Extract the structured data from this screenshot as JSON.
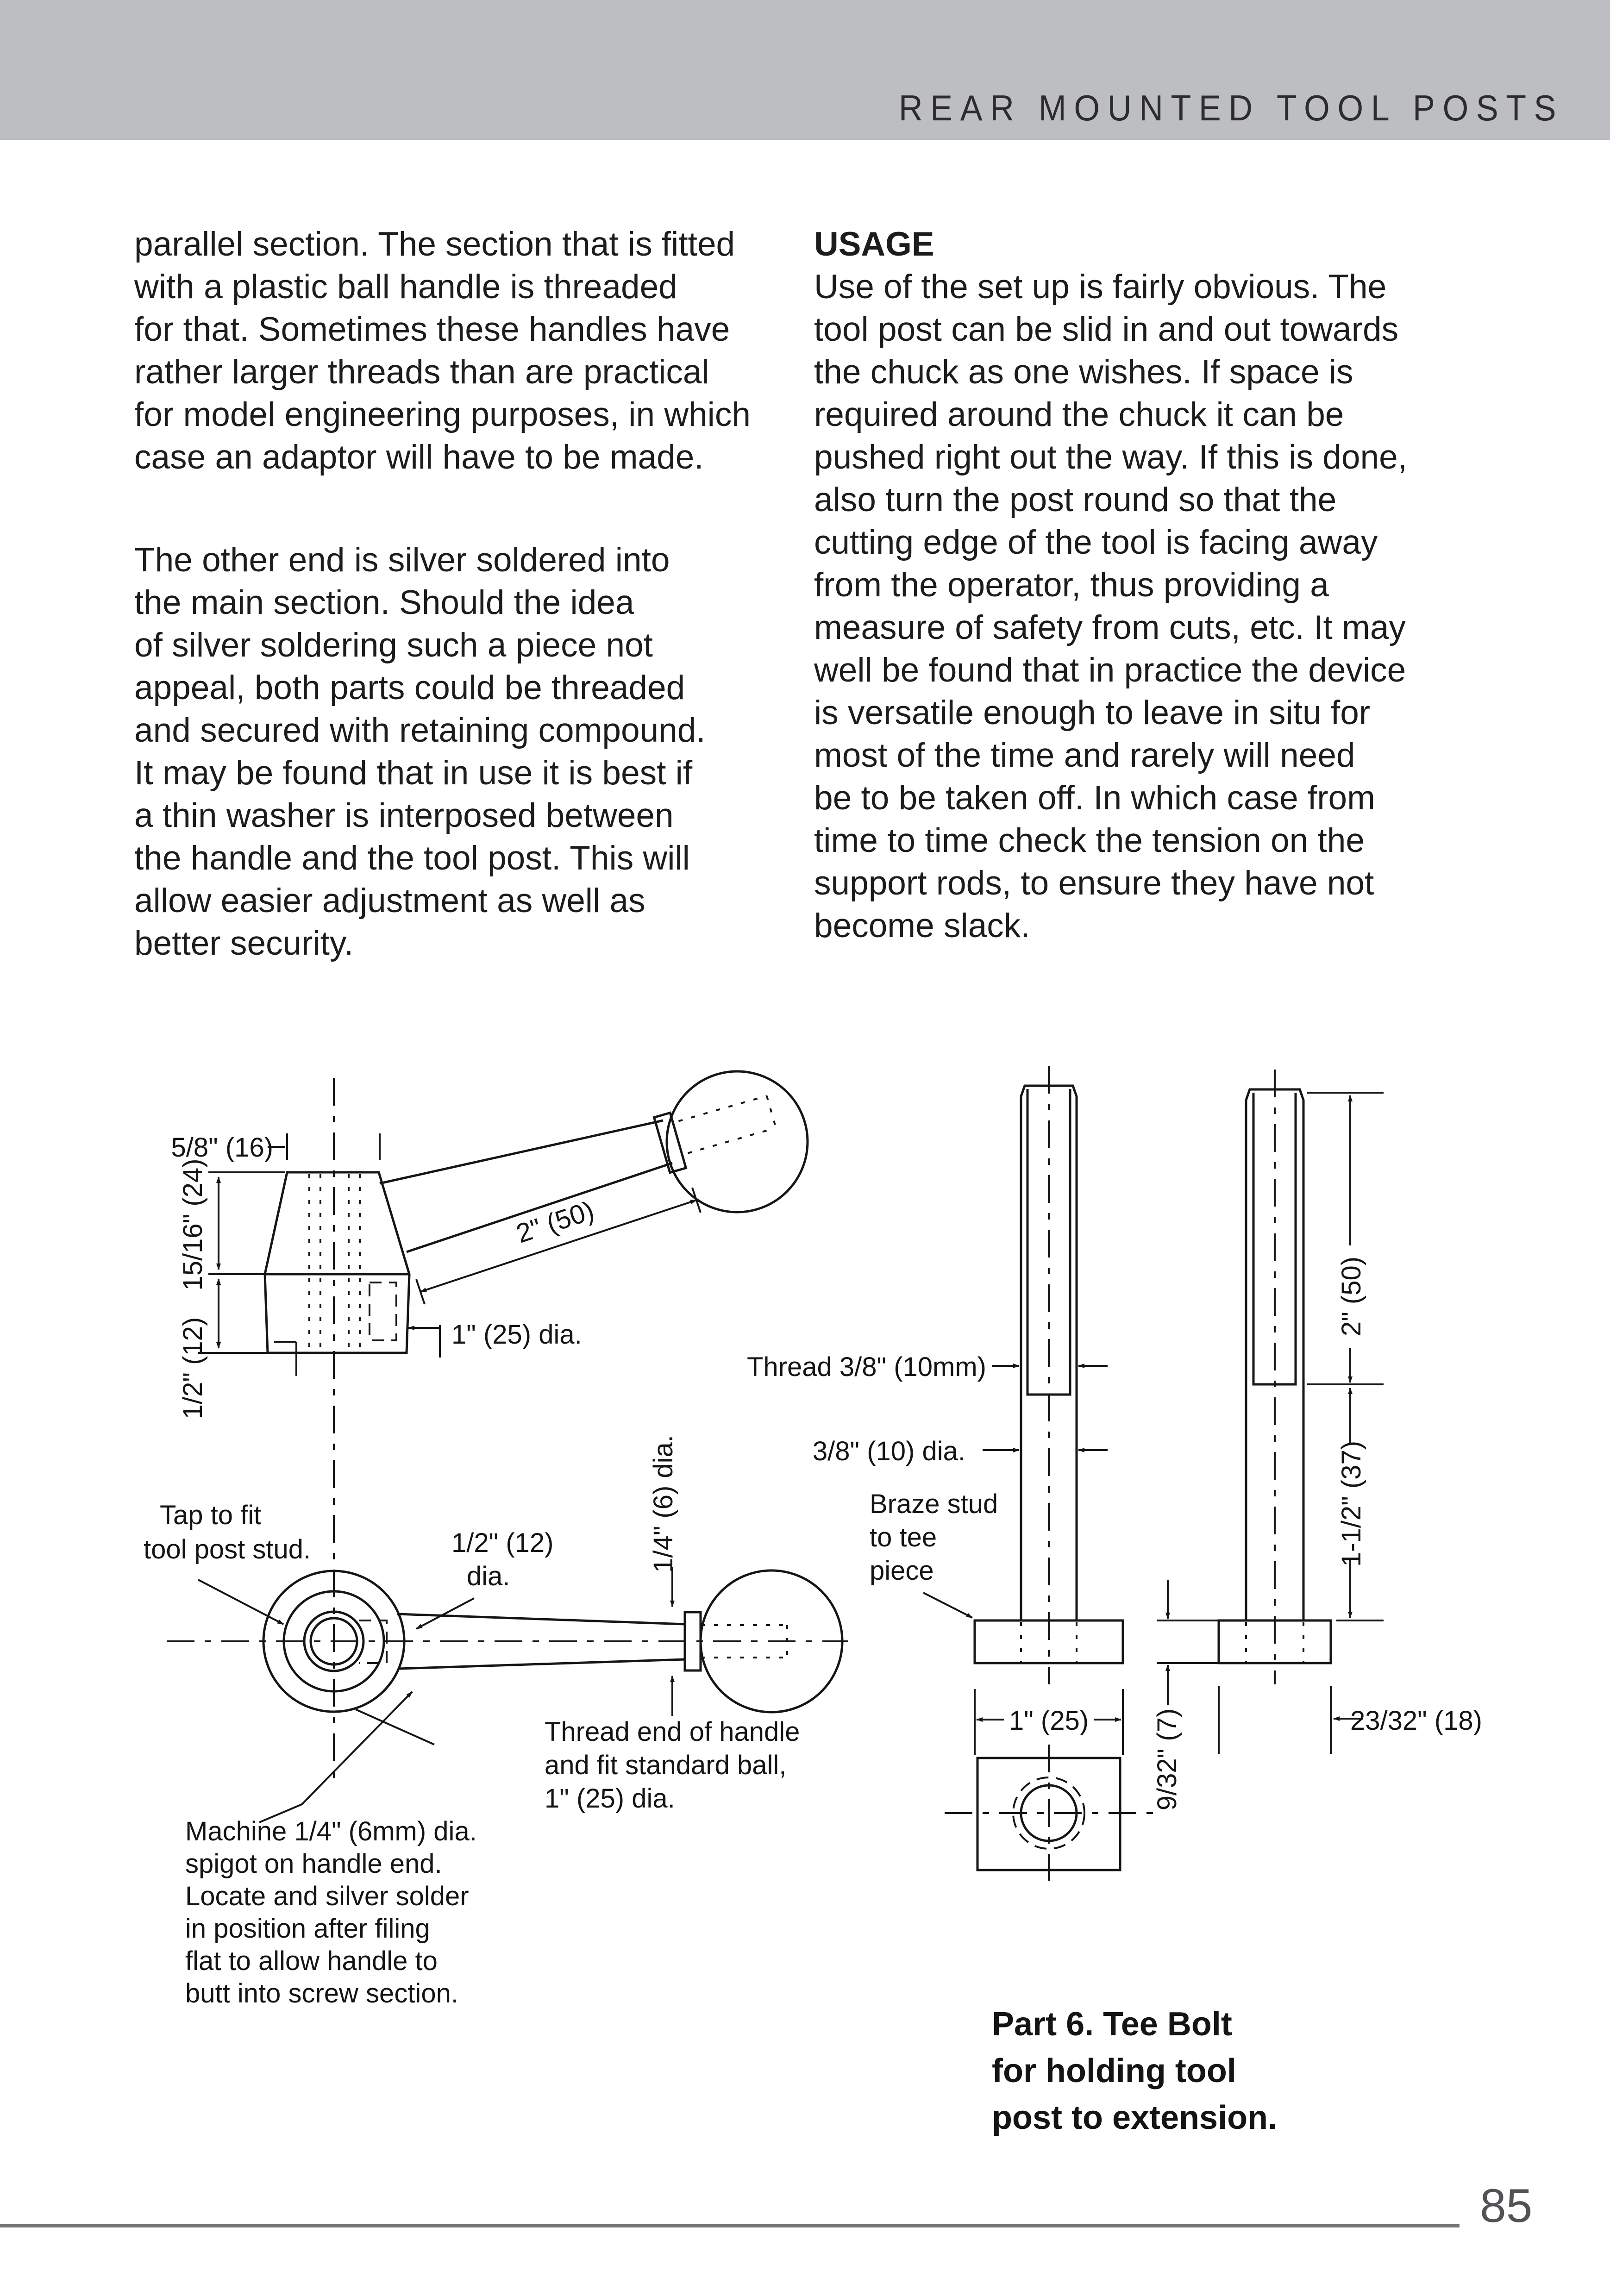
{
  "header": {
    "title": "REAR MOUNTED TOOL POSTS",
    "band_color": "#bdbec2"
  },
  "article": {
    "left_column": {
      "para1_lines": [
        "parallel section. The section that is fitted",
        "with a plastic ball handle is threaded",
        "for that. Sometimes these handles have",
        "rather larger threads than are practical",
        "for model engineering purposes, in which",
        "case an adaptor will have to be made."
      ],
      "para2_lines": [
        "The other end is silver soldered into",
        "the main section. Should the idea",
        "of silver soldering such a piece not",
        "appeal, both parts could be threaded",
        "and secured with retaining compound.",
        "It may be found that in use it is best if",
        "a thin washer is interposed between",
        "the handle and the tool post. This will",
        "allow easier adjustment as well as",
        "better security."
      ]
    },
    "right_column": {
      "heading": "USAGE",
      "body_lines": [
        "Use of the set up is fairly obvious. The",
        "tool post can be slid in and out towards",
        "the chuck as one wishes. If space is",
        "required around the chuck it can be",
        "pushed right out the way. If this is done,",
        "also turn the post round so that the",
        "cutting edge of the tool is facing away",
        "from the operator, thus providing a",
        "measure of safety from cuts, etc. It may",
        "well be found that in practice the device",
        "is versatile enough to leave in situ for",
        "most of the time and rarely will need",
        "be to be taken off. In which case from",
        "time to time check the tension on the",
        "support rods, to ensure they have not",
        "become slack."
      ]
    }
  },
  "figure": {
    "handle_labels": {
      "dim_5_8": "5/8\" (16)",
      "dim_15_16": "15/16\" (24)",
      "dim_half": "1/2\" (12)",
      "dim_2in": "2\" (50)",
      "dim_1in_dia": "1\" (25) dia.",
      "tap_note_l1": "Tap to fit",
      "tap_note_l2": "tool post stud.",
      "dia_half_l1": "1/2\" (12)",
      "dia_half_l2": "dia.",
      "dia_quarter": "1/4\" (6) dia.",
      "thread_note_l1": "Thread end of handle",
      "thread_note_l2": "and fit standard ball,",
      "thread_note_l3": "1\" (25) dia.",
      "machine_note_l1": "Machine 1/4\" (6mm) dia.",
      "machine_note_l2": "spigot on handle end.",
      "machine_note_l3": "Locate and silver solder",
      "machine_note_l4": "in position after filing",
      "machine_note_l5": "flat to allow handle to",
      "machine_note_l6": "butt into screw section."
    },
    "tee_bolt_labels": {
      "thread_3_8": "Thread 3/8\" (10mm)",
      "dia_3_8": "3/8\" (10) dia.",
      "braze_l1": "Braze stud",
      "braze_l2": "to tee",
      "braze_l3": "piece",
      "dim_1in": "1\" (25)",
      "dim_9_32": "9/32\" (7)",
      "dim_23_32": "23/32\" (18)",
      "dim_2in": "2\" (50)",
      "dim_1_5": "1-1/2\" (37)"
    },
    "caption_lines": [
      "Part 6. Tee Bolt",
      "for holding tool",
      "post to extension."
    ]
  },
  "footer": {
    "page_number": "85"
  }
}
